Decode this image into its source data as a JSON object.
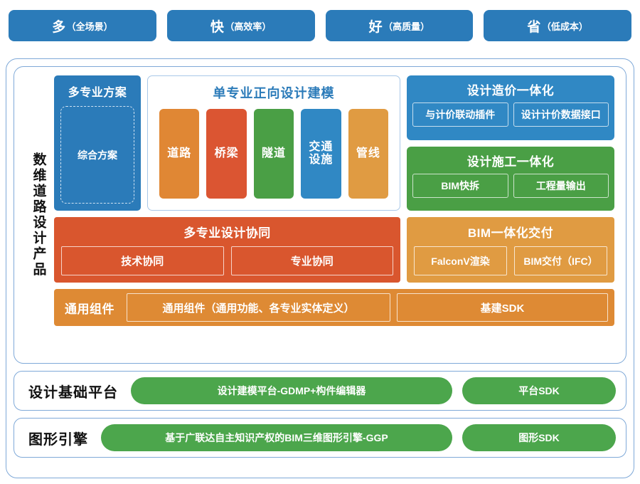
{
  "slogans": [
    {
      "big": "多",
      "sub": "（全场景）"
    },
    {
      "big": "快",
      "sub": "（高效率）"
    },
    {
      "big": "好",
      "sub": "（高质量）"
    },
    {
      "big": "省",
      "sub": "（低成本）"
    }
  ],
  "product": {
    "vertical_label": "数维道路设计产品",
    "multi_scheme": {
      "title": "多专业方案",
      "dashed_item": "综合方案"
    },
    "single_discipline": {
      "title": "单专业正向设计建模",
      "cards": [
        {
          "label": "道路",
          "color": "#e08734"
        },
        {
          "label": "桥梁",
          "color": "#db5532"
        },
        {
          "label": "隧道",
          "color": "#4a9f45"
        },
        {
          "label": "交通\n设施",
          "color": "#3088c4"
        },
        {
          "label": "管线",
          "color": "#e09b42"
        }
      ]
    },
    "integrations": [
      {
        "title": "设计造价一体化",
        "color": "#3088c4",
        "items": [
          "与计价联动插件",
          "设计计价数据接口"
        ]
      },
      {
        "title": "设计施工一体化",
        "color": "#4a9f45",
        "items": [
          "BIM快拆",
          "工程量输出"
        ]
      }
    ],
    "collaboration": {
      "title": "多专业设计协同",
      "color": "#d9562e",
      "items": [
        "技术协同",
        "专业协同"
      ]
    },
    "delivery": {
      "title": "BIM一体化交付",
      "color": "#e09b42",
      "items": [
        "FalconV渲染",
        "BIM交付（IFC）"
      ]
    },
    "common_components": {
      "label": "通用组件",
      "color": "#de8a34",
      "items": [
        "通用组件（通用功能、各专业实体定义）",
        "基建SDK"
      ]
    }
  },
  "foundation": [
    {
      "label": "设计基础平台",
      "main": "设计建模平台-GDMP+构件编辑器",
      "sdk": "平台SDK",
      "color": "#4ca64c"
    },
    {
      "label": "图形引擎",
      "main": "基于广联达自主知识产权的BIM三维图形引擎-GGP",
      "sdk": "图形SDK",
      "color": "#4ca64c"
    }
  ]
}
